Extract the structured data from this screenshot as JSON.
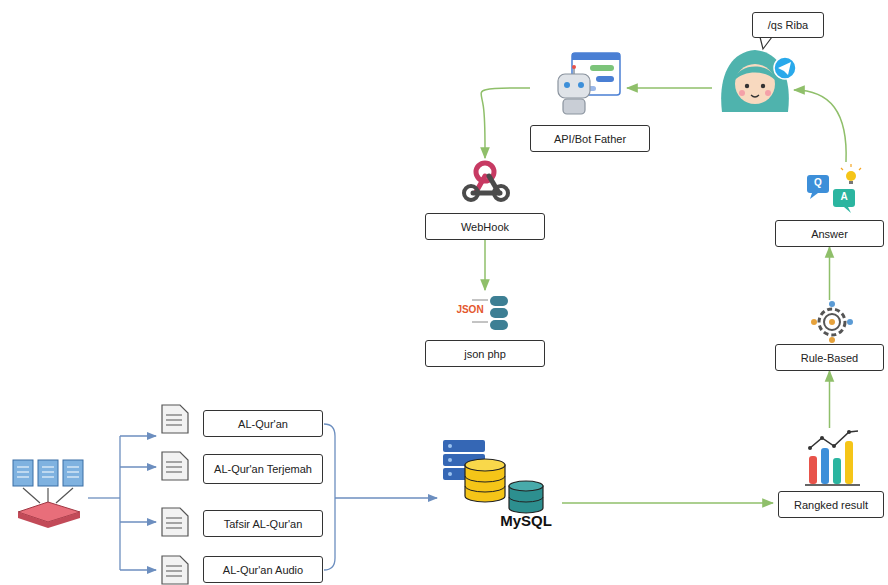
{
  "diagram": {
    "nodes": [
      {
        "text": [
          "/qs Riba"
        ]
      },
      {
        "text": [
          "API/Bot Father"
        ]
      },
      {
        "text": [
          "WebHook"
        ]
      },
      {
        "text": [
          "json php"
        ]
      },
      {
        "text": [
          "Answer"
        ]
      },
      {
        "text": [
          "Rule-Based"
        ]
      },
      {
        "text": [
          "AL-Qur'an"
        ]
      },
      {
        "text": [
          "AL-Qur'an Terjemah"
        ]
      },
      {
        "text": [
          "Tafsir AL-Qur'an"
        ]
      },
      {
        "text": [
          "AL-Qur'an Audio"
        ]
      },
      {
        "text": [
          "Rangked result"
        ]
      }
    ],
    "edges": [
      {
        "from": 1,
        "to": 2,
        "arrow": "to"
      },
      {
        "from": 2,
        "to": 3,
        "arrow": "to"
      },
      {
        "from": 10,
        "to": 5,
        "arrow": "to"
      },
      {
        "from": 5,
        "to": 4,
        "arrow": "to"
      }
    ],
    "labels": [
      "MySQL",
      "JSON",
      "Q",
      "A"
    ]
  }
}
